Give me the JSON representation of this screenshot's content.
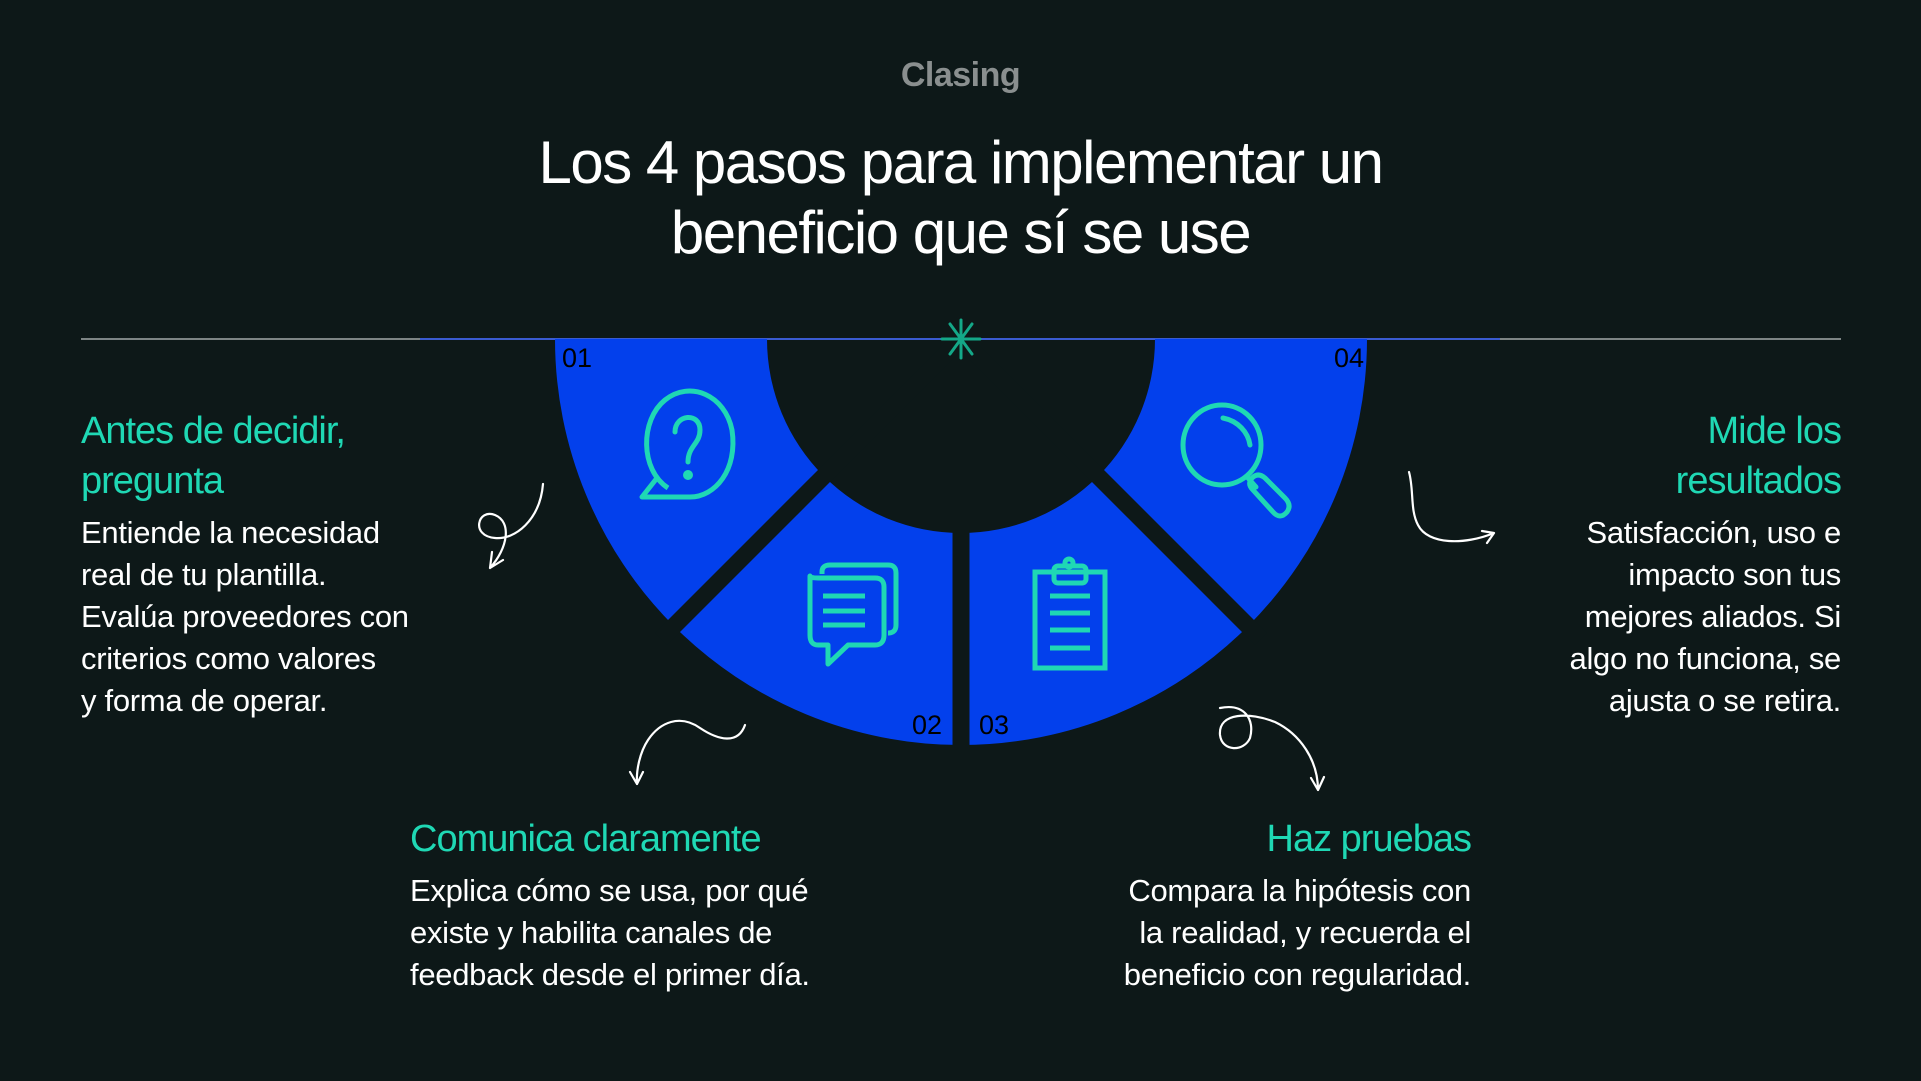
{
  "brand": "Clasing",
  "title": [
    "Los 4 pasos para implementar un",
    "beneficio que sí se use"
  ],
  "colors": {
    "background": "#0d1818",
    "segment": "#0340ec",
    "accent": "#1fd8b4",
    "asterisk": "#14a888",
    "brand": "#8a8f8f"
  },
  "steps": [
    {
      "number": "01",
      "icon": "question-bubble-icon",
      "heading": [
        "Antes de decidir,",
        "pregunta"
      ],
      "body": [
        "Entiende la necesidad",
        "real de tu plantilla.",
        "Evalúa proveedores con",
        "criterios como valores",
        "y forma de operar."
      ]
    },
    {
      "number": "02",
      "icon": "chat-bubbles-icon",
      "heading": [
        "Comunica claramente"
      ],
      "body": [
        "Explica cómo se usa, por qué",
        "existe y habilita canales de",
        "feedback desde el primer día."
      ]
    },
    {
      "number": "03",
      "icon": "clipboard-icon",
      "heading": [
        "Haz pruebas"
      ],
      "body": [
        "Compara la hipótesis con",
        "la realidad, y recuerda el",
        "beneficio con regularidad."
      ]
    },
    {
      "number": "04",
      "icon": "magnifier-icon",
      "heading": [
        "Mide los",
        "resultados"
      ],
      "body": [
        "Satisfacción, uso e",
        "impacto son tus",
        "mejores aliados. Si",
        "algo no funciona, se",
        "ajusta o se retira."
      ]
    }
  ]
}
